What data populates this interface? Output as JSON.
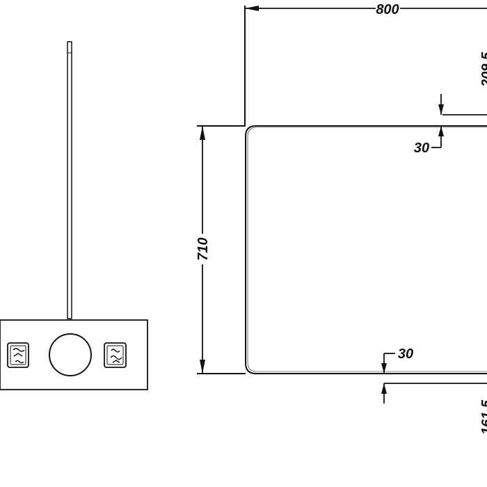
{
  "drawing": {
    "dimensions": {
      "width": "800",
      "height": "710",
      "top_offset": "30",
      "bottom_offset": "30",
      "right_top_partial": "209.5",
      "right_bottom_partial": "161.5"
    },
    "icons": {
      "left": "defog-icon",
      "right": "heater-icon"
    },
    "colors": {
      "line": "#111111",
      "background": "#ffffff"
    }
  }
}
